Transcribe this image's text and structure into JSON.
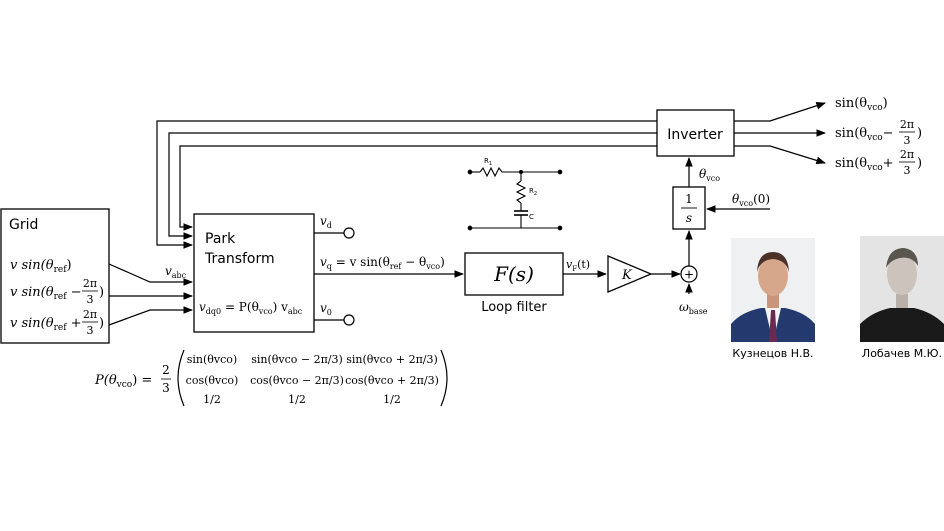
{
  "grid": {
    "title": "Grid",
    "v1": "v sin(θ",
    "v1_sub": "ref",
    "v2": "v sin(θ",
    "v2_sub": "ref",
    "v2_tail": " − ",
    "v3": "v sin(θ",
    "v3_sub": "ref",
    "v3_tail": " + ",
    "frac_num": "2π",
    "frac_den": "3",
    "close": ")"
  },
  "park": {
    "title_line1": "Park",
    "title_line2": "Transform",
    "v_abc": "v",
    "v_abc_sub": "abc",
    "formula_prefix": "v",
    "formula_sub": "dq0",
    "formula_rest": " = P(θ",
    "formula_vco": "vco",
    "formula_end": ") v",
    "formula_end_sub": "abc",
    "vd": "v",
    "vd_sub": "d",
    "v0": "v",
    "v0_sub": "0",
    "vq": "v",
    "vq_sub": "q",
    "vq_rest": " = v sin(θ",
    "vq_ref": "ref",
    "vq_minus": " − θ",
    "vq_vco": "vco",
    "vq_close": ")"
  },
  "loop_filter": {
    "block": "F(s)",
    "label": "Loop filter",
    "vf": "v",
    "vf_sub": "F",
    "vf_arg": "(t)",
    "r1": "R",
    "r1_sub": "1",
    "r2": "R",
    "r2_sub": "2",
    "c": "C"
  },
  "gain": {
    "label": "K"
  },
  "sum": {
    "symbol": "+",
    "omega": "ω",
    "omega_sub": "base"
  },
  "integrator": {
    "num": "1",
    "den": "s",
    "init": "θ",
    "init_sub": "vco",
    "init_arg": "(0)"
  },
  "theta_vco": {
    "label": "θ",
    "sub": "vco"
  },
  "inverter": {
    "label": "Inverter",
    "out1": "sin(θ",
    "out1_sub": "vco",
    "out1_close": ")",
    "out2": "sin(θ",
    "out2_sub": "vco",
    "out2_tail": "−",
    "out3": "sin(θ",
    "out3_sub": "vco",
    "out3_tail": "+",
    "frac_num": "2π",
    "frac_den": "3",
    "close": ")"
  },
  "matrix": {
    "lhs": "P(θ",
    "lhs_sub": "vco",
    "lhs_close": ") =",
    "coef_num": "2",
    "coef_den": "3",
    "rows": [
      [
        "sin(θvco)",
        "sin(θvco − 2π/3)",
        "sin(θvco + 2π/3)"
      ],
      [
        "cos(θvco)",
        "cos(θvco − 2π/3)",
        "cos(θvco + 2π/3)"
      ],
      [
        "1/2",
        "1/2",
        "1/2"
      ]
    ]
  },
  "people": [
    {
      "caption": "Кузнецов Н.В."
    },
    {
      "caption": "Лобачев М.Ю."
    }
  ]
}
